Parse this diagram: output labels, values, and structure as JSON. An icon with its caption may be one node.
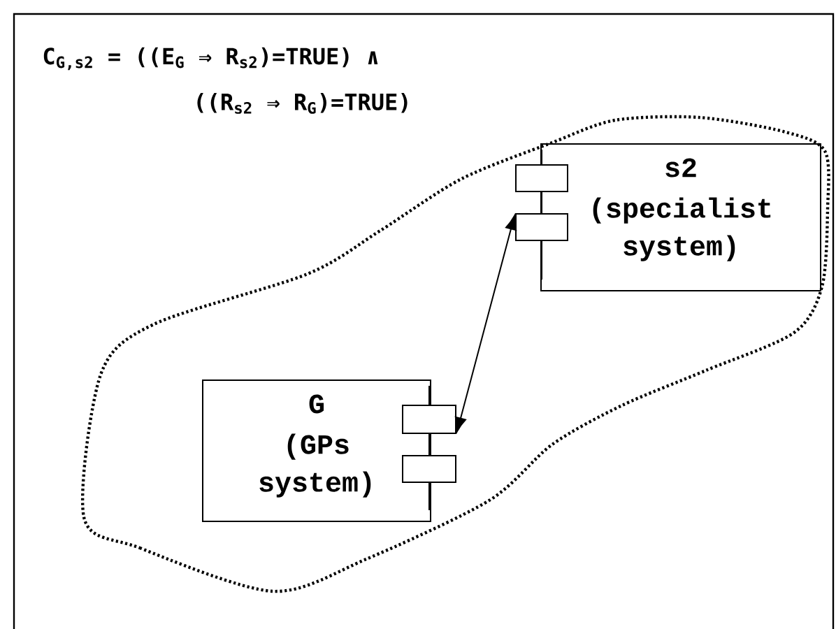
{
  "diagram": {
    "nodes": [
      {
        "text": [],
        "shape": "cloud"
      },
      {
        "text": [
          "s2",
          "(specialist system)"
        ],
        "in": 0
      },
      {
        "text": [],
        "shape": "box",
        "in": 0
      },
      {
        "text": [],
        "shape": "box",
        "in": 0
      },
      {
        "text": [
          "G",
          "(GPs system)"
        ],
        "in": 0
      },
      {
        "text": [],
        "shape": "box",
        "in": 0
      },
      {
        "text": [],
        "shape": "box",
        "in": 0
      }
    ],
    "edges": [
      {
        "from": 3,
        "to": 5,
        "arrow": "both"
      }
    ],
    "labels": [
      "C$_{G,s2}$ = ((E$_{G}$ ⇒ R$_{s2}$)=TRUE) ∧",
      "((R$_{s2}$ ⇒ R$_{G}$)=TRUE)"
    ]
  }
}
